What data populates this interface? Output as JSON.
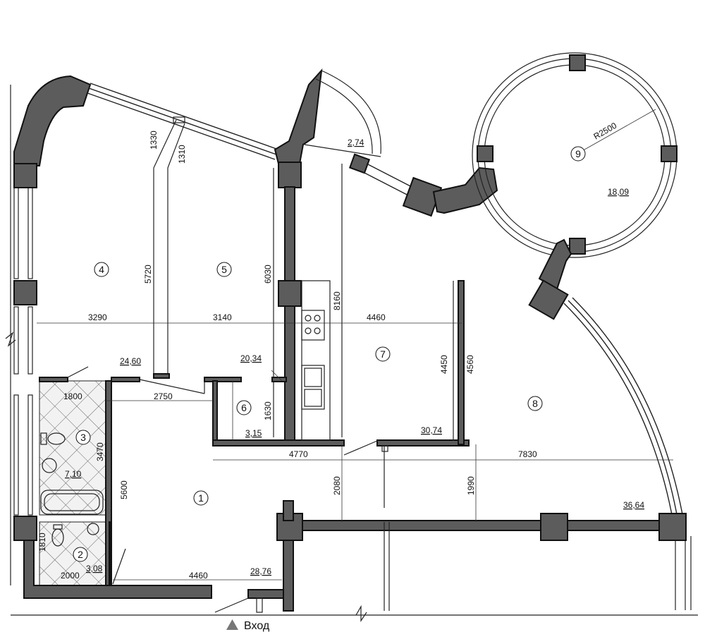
{
  "rooms": [
    {
      "number": "1",
      "area": "28,76"
    },
    {
      "number": "2",
      "area": "3,08"
    },
    {
      "number": "3",
      "area": "7,10"
    },
    {
      "number": "4",
      "area": "24,60"
    },
    {
      "number": "5",
      "area": "20,34"
    },
    {
      "number": "6",
      "area": "3,15"
    },
    {
      "number": "7",
      "area": "30,74"
    },
    {
      "number": "8",
      "area": "36,64"
    },
    {
      "number": "9",
      "area": "18,09"
    }
  ],
  "balcony_area": "2,74",
  "radius_label": "R2500",
  "dimensions": {
    "d1330": "1330",
    "d1310": "1310",
    "d5720": "5720",
    "d6030": "6030",
    "d8160": "8160",
    "d3290": "3290",
    "d3140": "3140",
    "d4460_top": "4460",
    "d4450": "4450",
    "d4560": "4560",
    "d1800": "1800",
    "d2750": "2750",
    "d1630": "1630",
    "d3470": "3470",
    "d4770": "4770",
    "d7830": "7830",
    "d5600": "5600",
    "d2080": "2080",
    "d1990": "1990",
    "d1810": "1810",
    "d2000": "2000",
    "d4460_bottom": "4460"
  },
  "entrance_label": "Вход"
}
